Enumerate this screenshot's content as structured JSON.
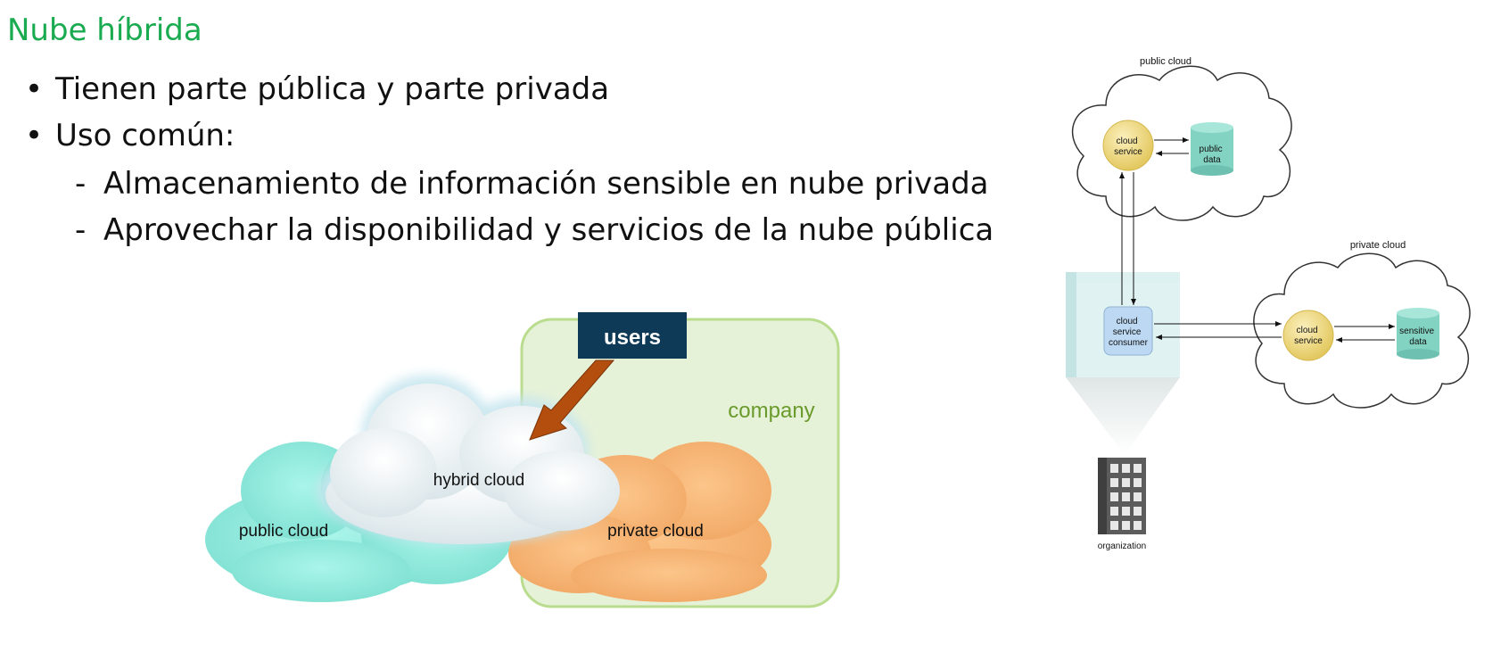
{
  "title": "Nube híbrida",
  "bullets": [
    {
      "text": "Tienen parte pública y parte privada"
    },
    {
      "text": "Uso común:"
    }
  ],
  "sub_bullets": [
    {
      "text": "Almacenamiento de información sensible en nube privada"
    },
    {
      "text": "Aprovechar la disponibilidad y servicios de la nube pública"
    }
  ],
  "left_diagram": {
    "users": "users",
    "company": "company",
    "hybrid_cloud": "hybrid cloud",
    "public_cloud": "public cloud",
    "private_cloud": "private cloud",
    "colors": {
      "company_bg": "#e6f2d8",
      "public": "#96ecde",
      "private": "#f8b978",
      "users_box": "#0e3a57",
      "arrow": "#b34e0e",
      "company_text": "#6a9a2c"
    }
  },
  "right_diagram": {
    "public_cloud": "public cloud",
    "private_cloud": "private cloud",
    "cloud_service_1": [
      "cloud",
      "service"
    ],
    "public_data": [
      "public",
      "data"
    ],
    "consumer": [
      "cloud",
      "service",
      "consumer"
    ],
    "cloud_service_2": [
      "cloud",
      "service"
    ],
    "sensitive_data": [
      "sensitive",
      "data"
    ],
    "organization": "organization",
    "colors": {
      "service": "#f1de8a",
      "data": "#83d3c3",
      "consumer": "#bcd8f2",
      "box": "#d7efef"
    }
  }
}
